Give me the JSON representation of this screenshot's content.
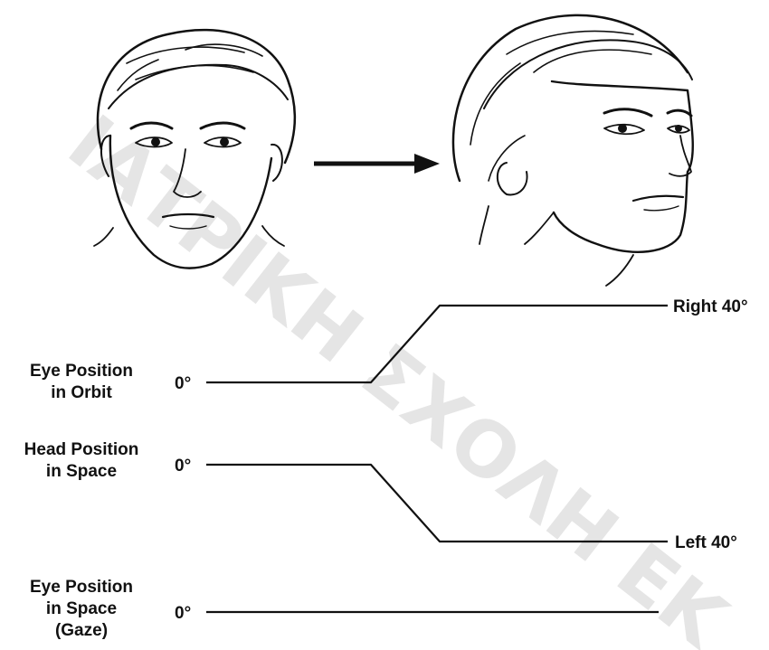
{
  "watermark": "ΙΑΤΡΙΚΗ ΣΧΟΛΗ ΕΚ",
  "rows": [
    {
      "label_lines": [
        "Eye Position",
        "in Orbit"
      ],
      "start_label": "0°",
      "end_label": "Right 40°",
      "profile": [
        0,
        0,
        40,
        40
      ]
    },
    {
      "label_lines": [
        "Head Position",
        "in Space"
      ],
      "start_label": "0°",
      "end_label": "Left 40°",
      "profile": [
        0,
        0,
        -40,
        -40
      ]
    },
    {
      "label_lines": [
        "Eye Position",
        "in Space",
        "(Gaze)"
      ],
      "start_label": "0°",
      "end_label": "",
      "profile": [
        0,
        0,
        0,
        0
      ]
    }
  ],
  "colors": {
    "ink": "#111111",
    "watermark": "#d8d8d8"
  }
}
